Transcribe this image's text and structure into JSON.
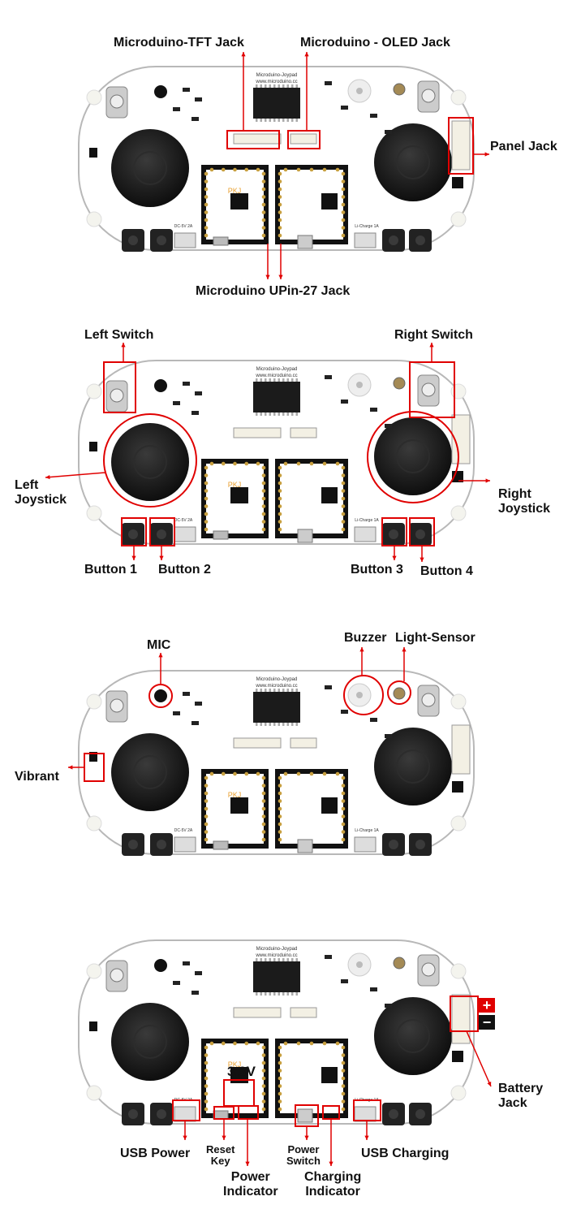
{
  "panel1": {
    "tft_label": "Microduino-TFT Jack",
    "oled_label": "Microduino - OLED Jack",
    "panel_jack_label": "Panel Jack",
    "upin_label": "Microduino UPin-27 Jack"
  },
  "panel2": {
    "left_switch": "Left Switch",
    "right_switch": "Right Switch",
    "left_joystick": "Left\nJoystick",
    "right_joystick": "Right\nJoystick",
    "button1": "Button 1",
    "button2": "Button 2",
    "button3": "Button 3",
    "button4": "Button 4"
  },
  "panel3": {
    "mic": "MIC",
    "buzzer": "Buzzer",
    "light_sensor": "Light-Sensor",
    "vibrant": "Vibrant"
  },
  "panel4": {
    "v33": "3.3V",
    "plus": "+",
    "minus": "−",
    "battery_jack": "Battery\nJack",
    "usb_power": "USB Power",
    "reset_key": "Reset\nKey",
    "power_indicator": "Power\nIndicator",
    "power_switch": "Power\nSwitch",
    "charging_indicator": "Charging\nIndicator",
    "usb_charging": "USB Charging"
  },
  "board": {
    "silk_top": "Microduino-Joypad",
    "silk_url": "www.microduino.cc",
    "silk_pkj": "PKJ",
    "silk_dc": "DC-5V 2A",
    "silk_li": "Li-Charge 1A"
  },
  "colors": {
    "highlight": "#e00000",
    "board": "#ffffff",
    "joystick": "#1c1c1c",
    "header": "#222222",
    "pin_gold": "#c8a040"
  }
}
